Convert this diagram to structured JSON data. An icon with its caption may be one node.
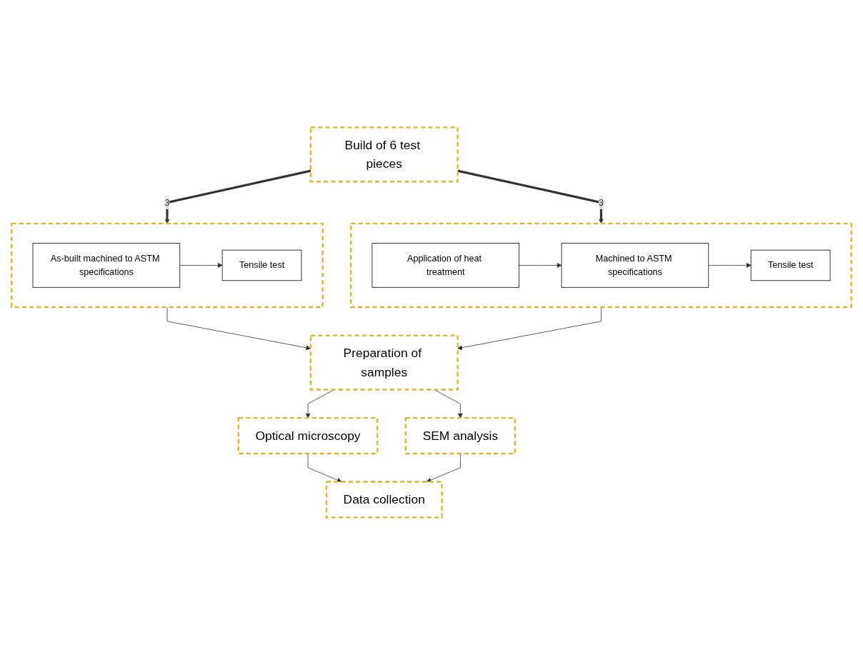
{
  "diagram": {
    "nodes": [
      {
        "text": [
          "Build of 6 test pieces"
        ]
      },
      {
        "text": [],
        "shape": "box"
      },
      {
        "text": [
          "As-built machined to ASTM specifications"
        ],
        "in": 1
      },
      {
        "text": [
          "Tensile test"
        ],
        "in": 1
      },
      {
        "text": [],
        "shape": "box"
      },
      {
        "text": [
          "Application of heat treatment"
        ],
        "in": 4
      },
      {
        "text": [
          "Machined to ASTM specifications"
        ],
        "in": 4
      },
      {
        "text": [
          "Tensile test"
        ],
        "in": 4
      },
      {
        "text": [
          "Preparation of samples"
        ]
      },
      {
        "text": [
          "Optical microscopy"
        ]
      },
      {
        "text": [
          "SEM analysis"
        ]
      },
      {
        "text": [
          "Data collection"
        ]
      }
    ],
    "edges": [
      {
        "from": 0,
        "to": 1,
        "arrow": "to",
        "label": "3",
        "style": "thick"
      },
      {
        "from": 0,
        "to": 4,
        "arrow": "to",
        "label": "3",
        "style": "thick"
      },
      {
        "from": 2,
        "to": 3,
        "arrow": "to"
      },
      {
        "from": 5,
        "to": 6,
        "arrow": "to"
      },
      {
        "from": 6,
        "to": 7,
        "arrow": "to"
      },
      {
        "from": 1,
        "to": 8,
        "arrow": "to"
      },
      {
        "from": 4,
        "to": 8,
        "arrow": "to"
      },
      {
        "from": 8,
        "to": 9,
        "arrow": "to"
      },
      {
        "from": 8,
        "to": 10,
        "arrow": "to"
      },
      {
        "from": 9,
        "to": 11,
        "arrow": "to"
      },
      {
        "from": 10,
        "to": 11,
        "arrow": "to"
      }
    ]
  }
}
